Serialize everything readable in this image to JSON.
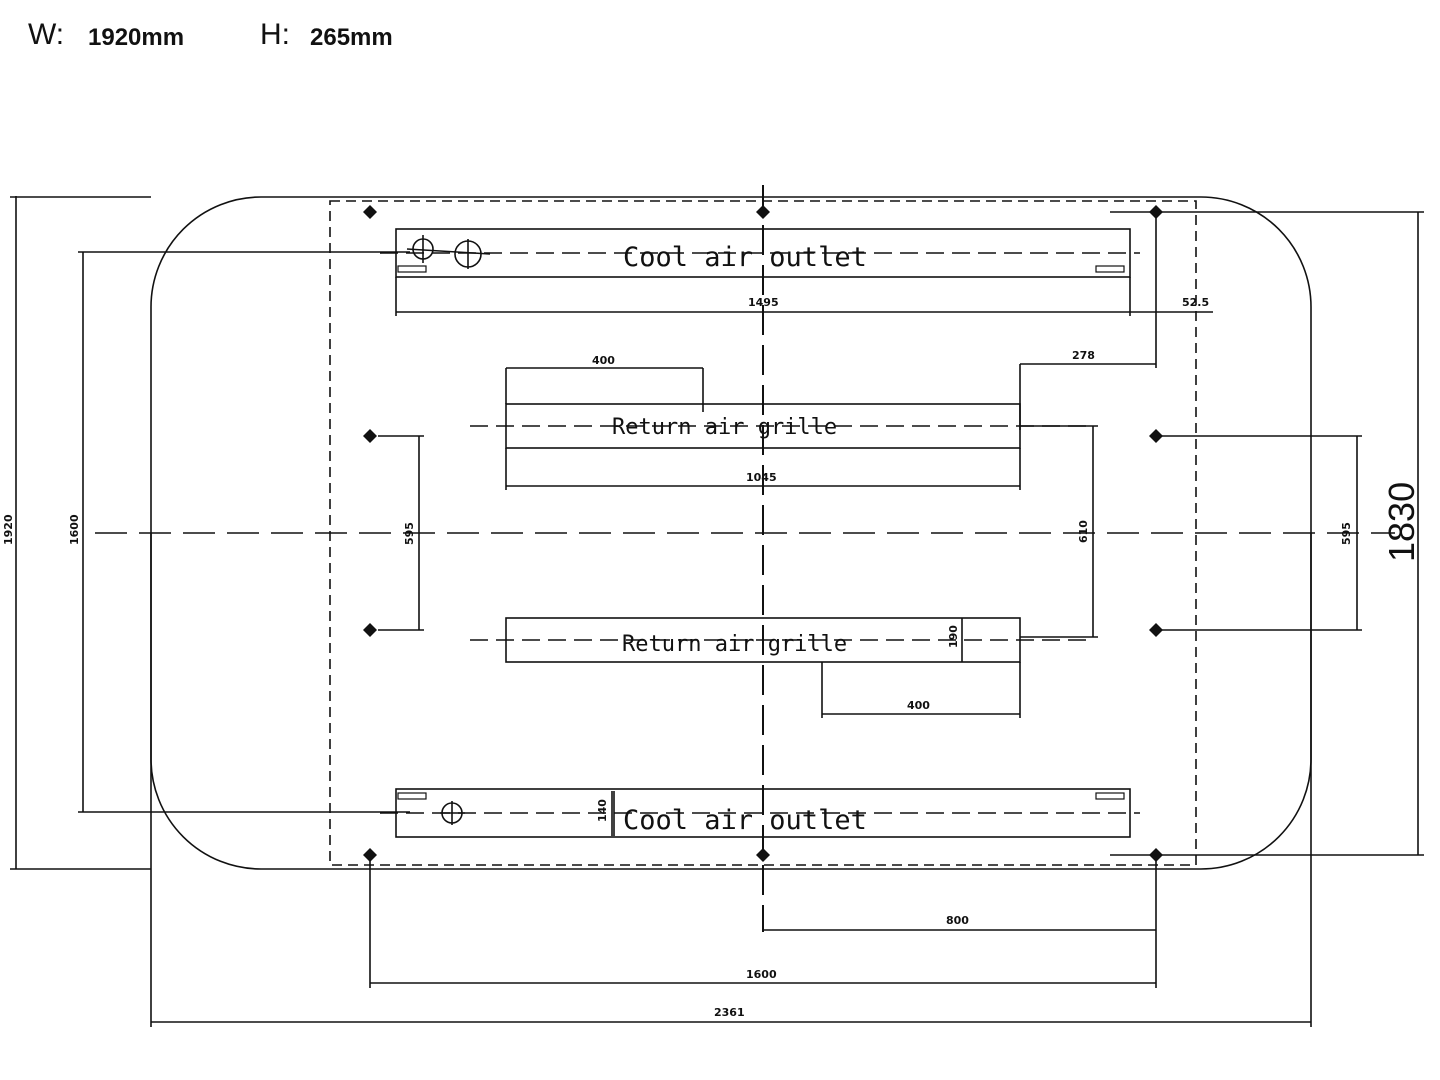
{
  "header": {
    "width_key": "W:",
    "width_value": "1920mm",
    "height_key": "H:",
    "height_value": "265mm"
  },
  "labels": {
    "cool_air_outlet_top": "Cool air outlet",
    "cool_air_outlet_bottom": "Cool air outlet",
    "return_air_grille_top": "Return air grille",
    "return_air_grille_bottom": "Return air grille"
  },
  "dimensions": {
    "outlet_length": "1495",
    "offset_525": "52.5",
    "grille_offset_top": "400",
    "offset_278": "278",
    "grille_length": "1045",
    "overall_height_left": "1920",
    "inner_height_left": "1600",
    "mount_spacing_left": "595",
    "grille_spacing": "610",
    "mount_spacing_right": "595",
    "overall_height_right": "1830",
    "grille_width": "190",
    "grille_offset_bottom": "400",
    "outlet_width": "140",
    "half_mount_span": "800",
    "mount_span": "1600",
    "overall_width": "2361"
  }
}
